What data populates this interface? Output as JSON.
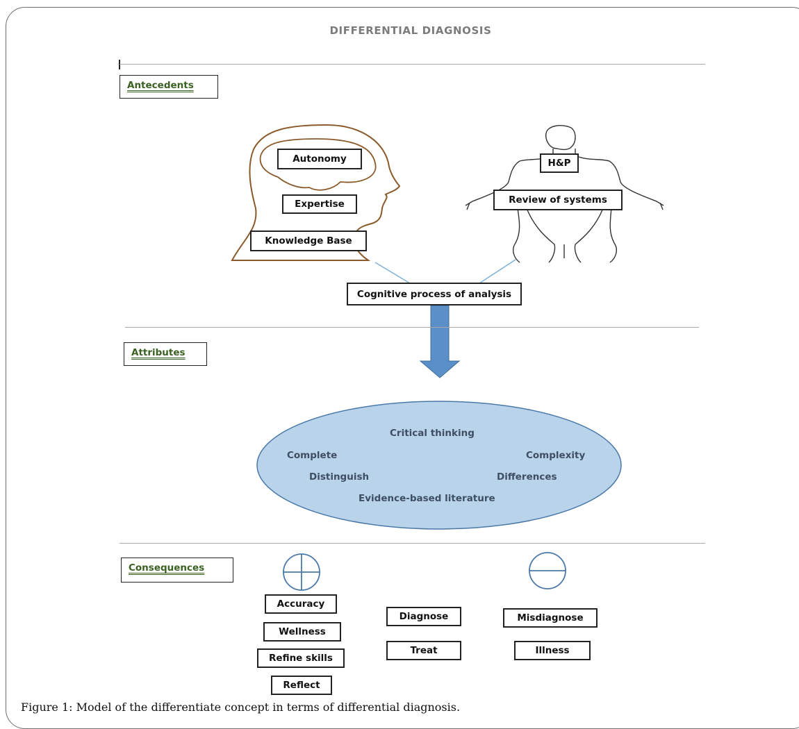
{
  "title": "DIFFERENTIAL DIAGNOSIS",
  "sections": {
    "antecedents": "Antecedents",
    "attributes": "Attributes",
    "consequences": "Consequences"
  },
  "head_boxes": {
    "autonomy": "Autonomy",
    "expertise": "Expertise",
    "knowledge_base": "Knowledge Base"
  },
  "body_boxes": {
    "hp": "H&P",
    "review_of_systems": "Review of systems"
  },
  "process": "Cognitive process of analysis",
  "ellipse_terms": {
    "critical_thinking": "Critical thinking",
    "complete": "Complete",
    "complexity": "Complexity",
    "distinguish": "Distinguish",
    "differences": "Differences",
    "evidence": "Evidence-based literature"
  },
  "positive_outcomes": [
    "Accuracy",
    "Wellness",
    "Refine skills",
    "Reflect"
  ],
  "middle_outcomes": [
    "Diagnose",
    "Treat"
  ],
  "negative_outcomes": [
    "Misdiagnose",
    "Illness"
  ],
  "caption": "Figure 1: Model of the differentiate concept in terms of differential diagnosis.",
  "colors": {
    "head_outline": "#8a5a2b",
    "ellipse_fill": "#b9d3ea",
    "ellipse_stroke": "#4a79a8",
    "arrow": "#5a8fc8",
    "section_text": "#3b6122",
    "connector": "#7fb0d8"
  }
}
